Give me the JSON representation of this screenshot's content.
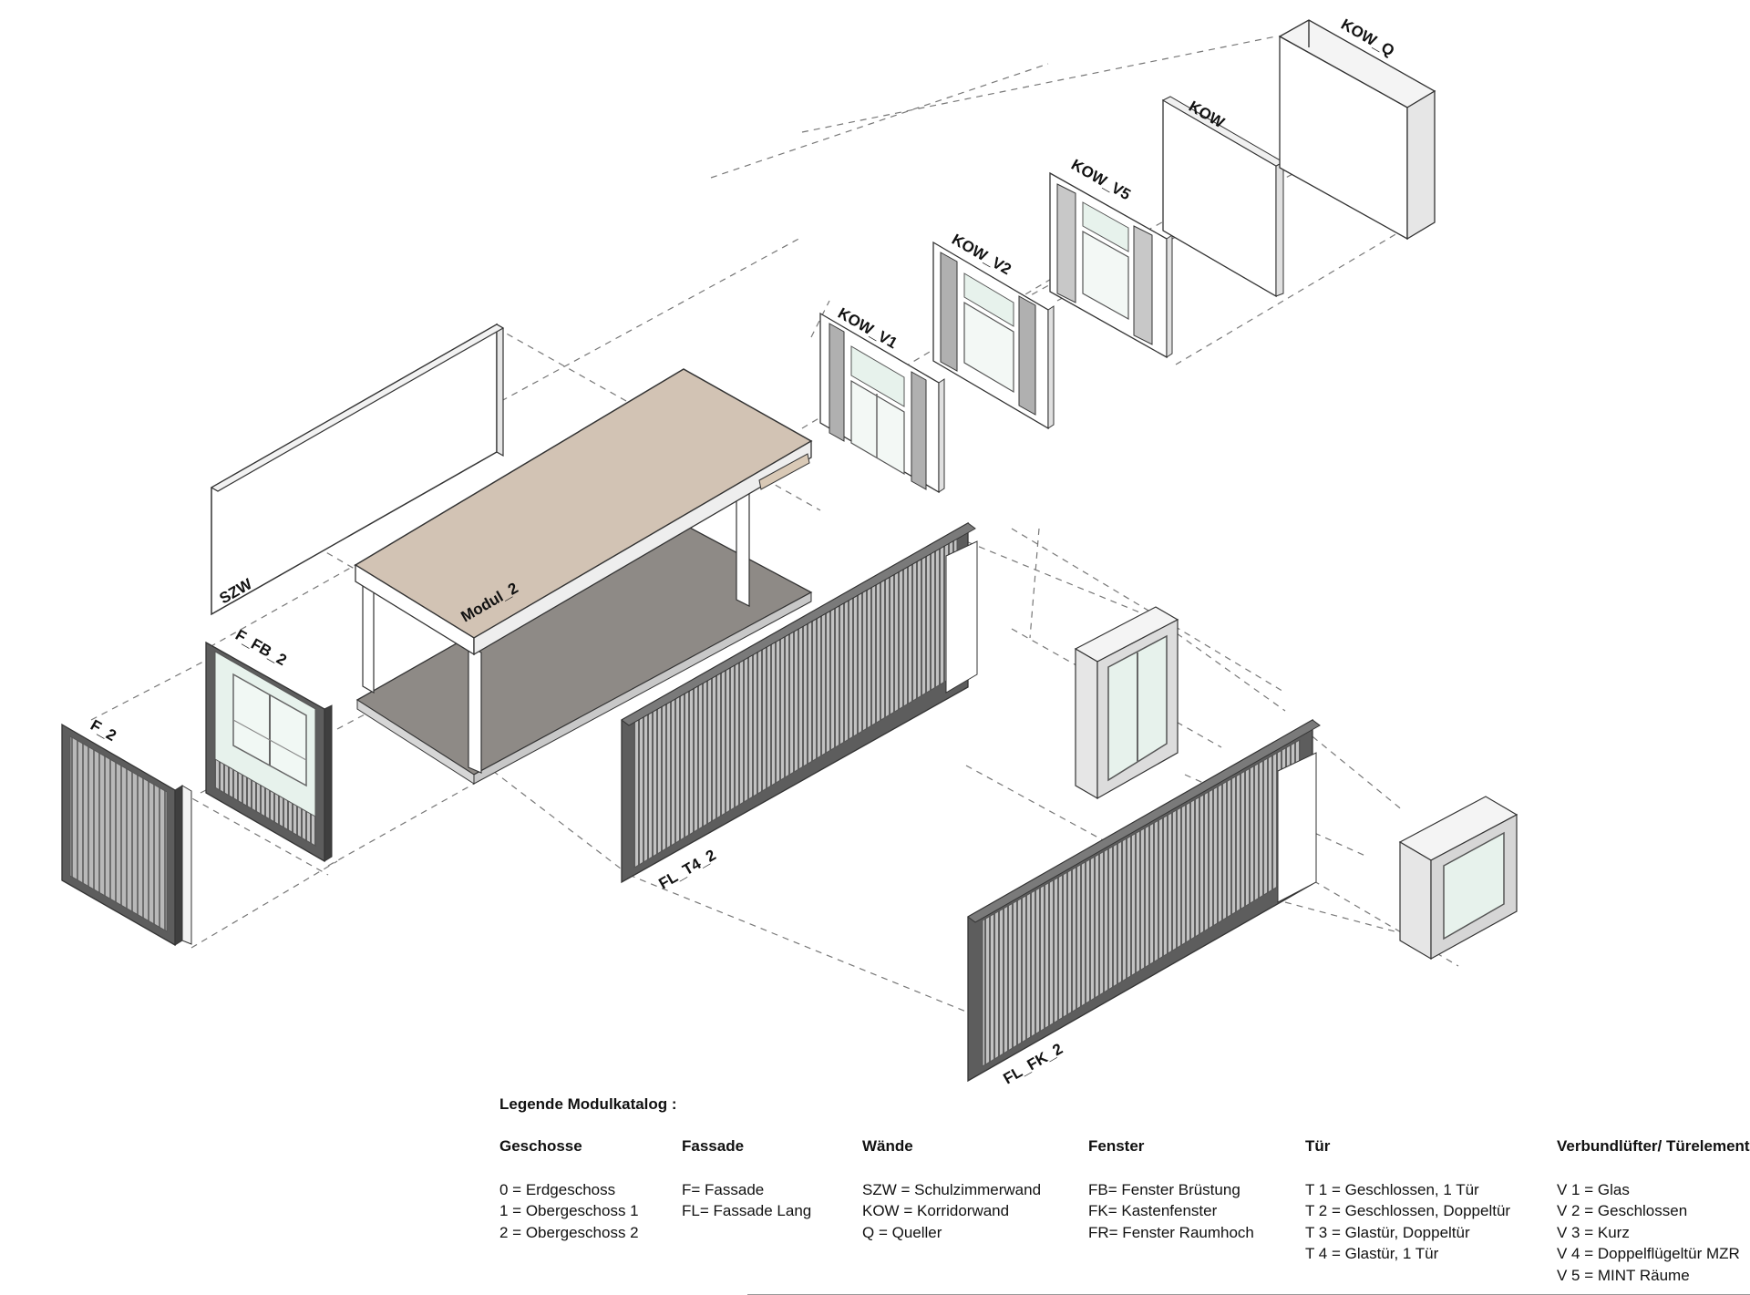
{
  "labels": {
    "szw": "SZW",
    "modul": "Modul_2",
    "f_fb": "F_FB_2",
    "f": "F_2",
    "fl_t4": "FL_T4_2",
    "fl_fk": "FL_FK_2",
    "kow_v1": "KOW_V1",
    "kow_v2": "KOW_V2",
    "kow_v5": "KOW_V5",
    "kow": "KOW",
    "kow_q": "KOW_Q"
  },
  "legend": {
    "title": "Legende Modulkatalog :",
    "columns": [
      {
        "heading": "Geschosse",
        "items": [
          "0 =  Erdgeschoss",
          "1 =  Obergeschoss 1",
          "2 =  Obergeschoss 2"
        ]
      },
      {
        "heading": "Fassade",
        "items": [
          "F=  Fassade",
          "FL= Fassade Lang"
        ]
      },
      {
        "heading": "Wände",
        "items": [
          "SZW = Schulzimmerwand",
          "KOW = Korridorwand",
          "Q      = Queller"
        ]
      },
      {
        "heading": "Fenster",
        "items": [
          "FB=  Fenster Brüstung",
          "FK=    Kastenfenster",
          "FR=  Fenster Raumhoch"
        ]
      },
      {
        "heading": "Tür",
        "items": [
          "T 1 = Geschlossen, 1 Tür",
          "T 2 = Geschlossen, Doppeltür",
          "T 3 = Glastür, Doppeltür",
          "T 4 = Glastür, 1 Tür"
        ]
      },
      {
        "heading": "Verbundlüfter/ Türelement",
        "items": [
          "V 1 = Glas",
          "V 2 = Geschlossen",
          "V 3 = Kurz",
          "V 4 = Doppelflügeltür MZR",
          "V 5 = MINT Räume"
        ]
      }
    ]
  },
  "colors": {
    "slab_top": "#d2c3b4",
    "floor": "#8e8a86",
    "panel_dark": "#5d5d5d",
    "panel_slat": "#a9a9a9",
    "glass": "#e7f2ec",
    "frame_light": "#e4e4e4"
  }
}
